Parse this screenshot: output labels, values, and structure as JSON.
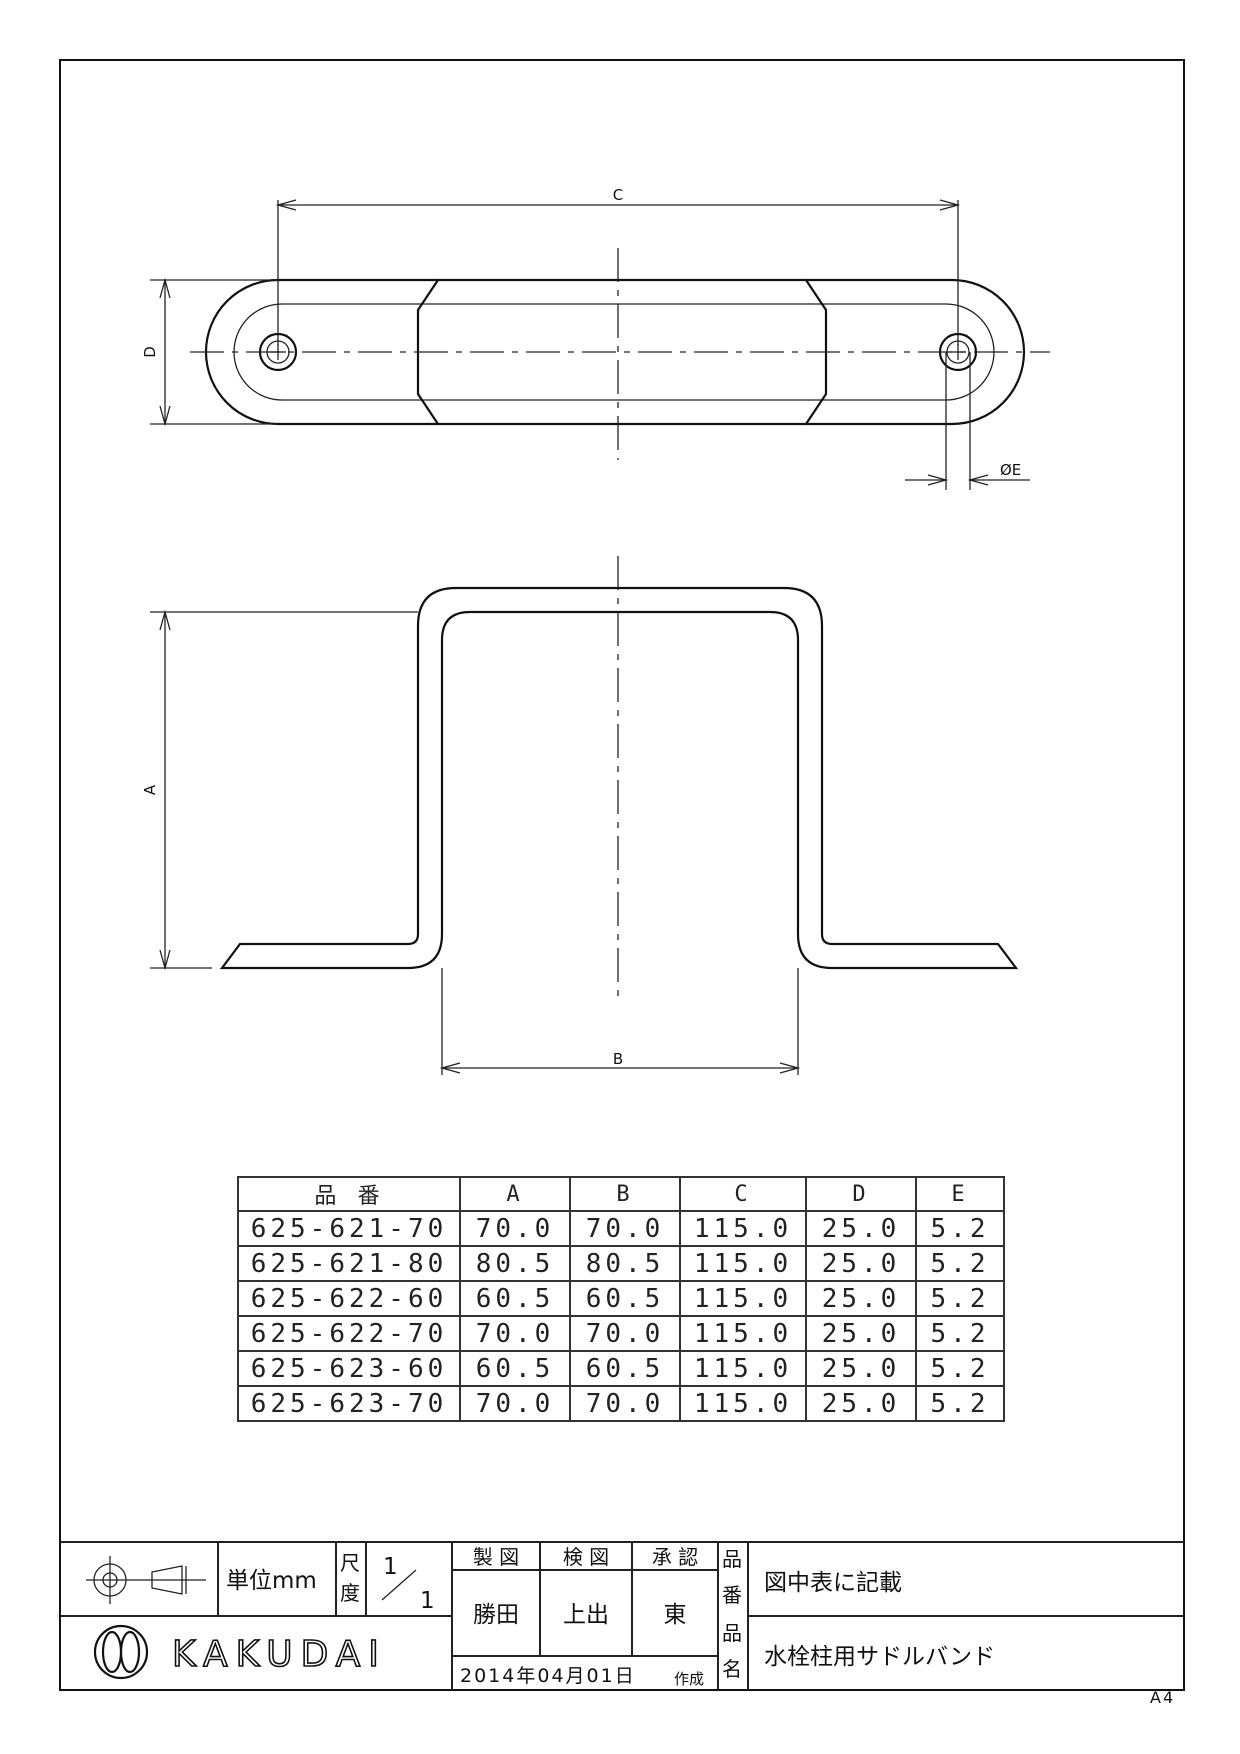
{
  "drawing": {
    "dimensions": {
      "a": "A",
      "b": "B",
      "c": "C",
      "d": "D",
      "e": "ØE"
    }
  },
  "spec_table": {
    "headers": [
      "品 番",
      "A",
      "B",
      "C",
      "D",
      "E"
    ],
    "rows": [
      [
        "625-621-70",
        "70.0",
        "70.0",
        "115.0",
        "25.0",
        "5.2"
      ],
      [
        "625-621-80",
        "80.5",
        "80.5",
        "115.0",
        "25.0",
        "5.2"
      ],
      [
        "625-622-60",
        "60.5",
        "60.5",
        "115.0",
        "25.0",
        "5.2"
      ],
      [
        "625-622-70",
        "70.0",
        "70.0",
        "115.0",
        "25.0",
        "5.2"
      ],
      [
        "625-623-60",
        "60.5",
        "60.5",
        "115.0",
        "25.0",
        "5.2"
      ],
      [
        "625-623-70",
        "70.0",
        "70.0",
        "115.0",
        "25.0",
        "5.2"
      ]
    ]
  },
  "title_block": {
    "unit": "単位mm",
    "scale_label_1": "尺",
    "scale_label_2": "度",
    "scale_num": "1",
    "scale_den": "1",
    "headers": [
      "製 図",
      "検 図",
      "承 認"
    ],
    "names": [
      "勝田",
      "上出",
      "東"
    ],
    "date": "2014年04月01日",
    "created": "作成",
    "part_no_label_1": "品",
    "part_no_label_2": "番",
    "part_no": "図中表に記載",
    "part_name_label_1": "品",
    "part_name_label_2": "名",
    "part_name": "水栓柱用サドルバンド",
    "logo": "KAKUDAI"
  },
  "paper_size": "A4"
}
